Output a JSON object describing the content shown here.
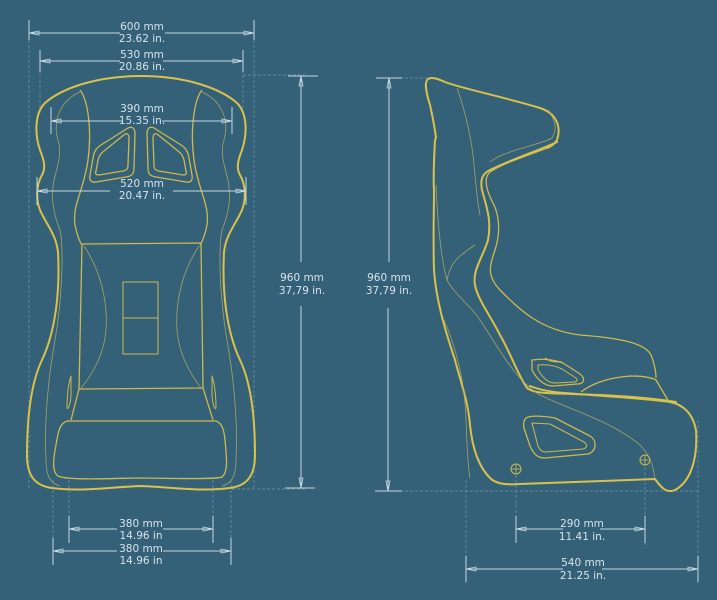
{
  "diagram": {
    "title": "Racing seat dimension drawing",
    "colors": {
      "background": "#346178",
      "outline": "#d9c14a",
      "dimension": "#c5d8e2",
      "text": "#d6e3ea"
    },
    "front_view": {
      "dimensions": {
        "overall_width": {
          "mm": "600 mm",
          "in": "23.62 in."
        },
        "top_width": {
          "mm": "530 mm",
          "in": "20.86 in."
        },
        "shoulder_inner_width": {
          "mm": "390 mm",
          "in": "15.35 in."
        },
        "shoulder_outer_width": {
          "mm": "520 mm",
          "in": "20.47 in."
        },
        "height": {
          "mm": "960 mm",
          "in": "37,79 in."
        },
        "base_inner_width": {
          "mm": "380 mm",
          "in": "14.96 in"
        },
        "base_outer_width": {
          "mm": "380 mm",
          "in": "14.96 in"
        }
      }
    },
    "side_view": {
      "dimensions": {
        "height": {
          "mm": "960 mm",
          "in": "37,79 in."
        },
        "mount_spacing": {
          "mm": "290 mm",
          "in": "11.41 in."
        },
        "overall_depth": {
          "mm": "540 mm",
          "in": "21.25 in."
        }
      }
    }
  }
}
